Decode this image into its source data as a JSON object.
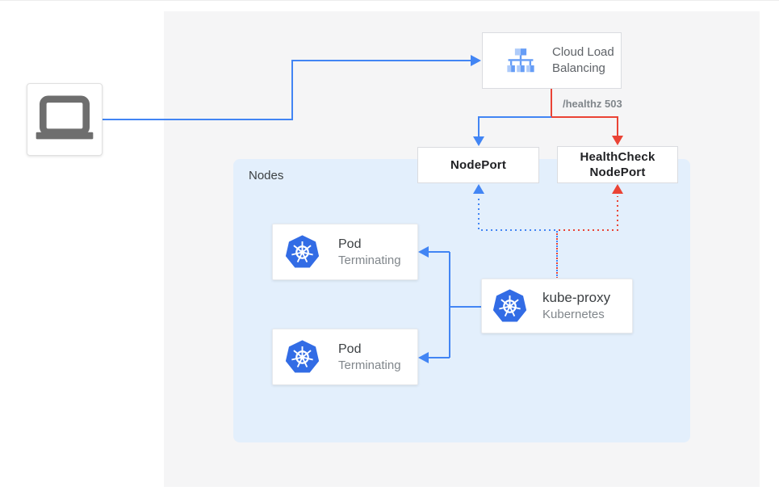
{
  "colors": {
    "traffic_blue": "#4285f4",
    "error_red": "#ea4335",
    "panel_bg": "#f5f5f6",
    "nodes_group_bg": "#e3effc",
    "kubernetes_blue": "#326ce5",
    "lb_icon_light_blue": "#aecbfa",
    "lb_icon_mid_blue": "#669df6",
    "laptop_gray": "#6e6e6e",
    "dark_text": "#202124",
    "gray_text": "#5f6368",
    "muted_text": "#80868b"
  },
  "client": {
    "icon": "laptop-icon"
  },
  "load_balancer": {
    "icon": "load-balancer-icon",
    "label_line1": "Cloud Load",
    "label_line2": "Balancing"
  },
  "edge_label": {
    "text": "/healthz 503"
  },
  "node_port": {
    "label": "NodePort"
  },
  "health_check_node_port": {
    "label_line1": "HealthCheck",
    "label_line2": "NodePort"
  },
  "nodes_group": {
    "label": "Nodes"
  },
  "pods": [
    {
      "icon": "kubernetes-icon",
      "title": "Pod",
      "status": "Terminating"
    },
    {
      "icon": "kubernetes-icon",
      "title": "Pod",
      "status": "Terminating"
    }
  ],
  "kube_proxy": {
    "icon": "kubernetes-icon",
    "title": "kube-proxy",
    "subtitle": "Kubernetes"
  }
}
